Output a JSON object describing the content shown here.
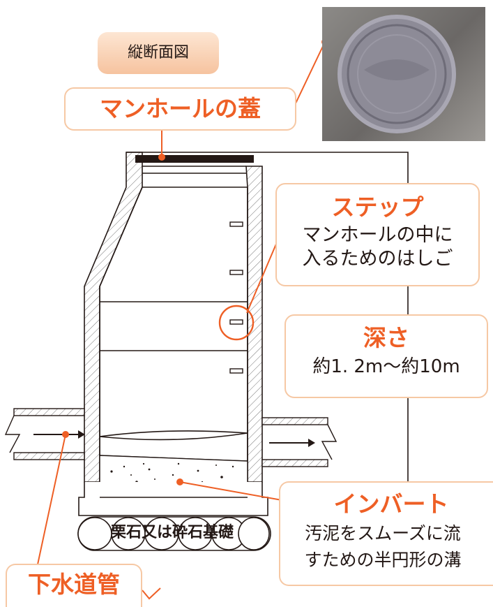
{
  "title": "縦断面図",
  "labels": {
    "cover": "マンホールの蓋",
    "step_title": "ステップ",
    "step_desc_1": "マンホールの中に",
    "step_desc_2": "入るためのはしご",
    "depth_title": "深さ",
    "depth_desc": "約1. 2m〜約10m",
    "invert_title": "インバート",
    "invert_desc_1": "汚泥をスムーズに流",
    "invert_desc_2": "すための半円形の溝",
    "foundation": "栗石又は砕石基礎",
    "sewer_pipe": "下水道管"
  },
  "colors": {
    "accent": "#ee5f25",
    "callout_border": "#f6c8a4",
    "title_fill": "#f6c39f",
    "line": "#231815"
  },
  "icons": {
    "photo": "manhole-cover-photo"
  }
}
